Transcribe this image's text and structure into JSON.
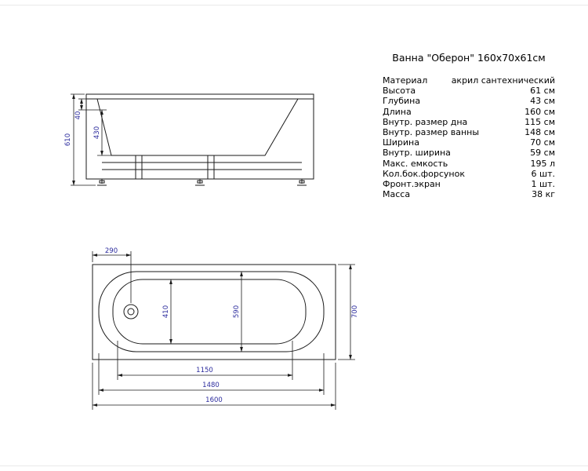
{
  "title": "Ванна \"Оберон\" 160х70х61см",
  "specs": {
    "rows": [
      {
        "label": "Материал",
        "value": "акрил сантехнический"
      },
      {
        "label": "Высота",
        "value": "61 см"
      },
      {
        "label": "Глубина",
        "value": "43 см"
      },
      {
        "label": "Длина",
        "value": "160 см"
      },
      {
        "label": "Внутр. размер дна",
        "value": "115 см"
      },
      {
        "label": "Внутр. размер ванны",
        "value": "148 см"
      },
      {
        "label": "Ширина",
        "value": "70 см"
      },
      {
        "label": "Внутр. ширина",
        "value": "59 см"
      },
      {
        "label": "Макс. емкость",
        "value": "195 л"
      },
      {
        "label": "Кол.бок.форсунок",
        "value": "6 шт."
      },
      {
        "label": "Фронт.экран",
        "value": "1 шт."
      },
      {
        "label": "Масса",
        "value": "38 кг"
      }
    ]
  },
  "side_view": {
    "dims": {
      "total_height": "610",
      "rim_offset": "40",
      "inner_depth": "430"
    }
  },
  "top_view": {
    "dims": {
      "drain_offset": "290",
      "bottom_width": "410",
      "inner_width": "590",
      "total_width": "700",
      "bottom_length": "1150",
      "inner_length": "1480",
      "total_length": "1600"
    }
  },
  "colors": {
    "line": "#1a1a1a",
    "dimension_text": "#2d2d9e",
    "text": "#000000",
    "background": "#ffffff"
  }
}
